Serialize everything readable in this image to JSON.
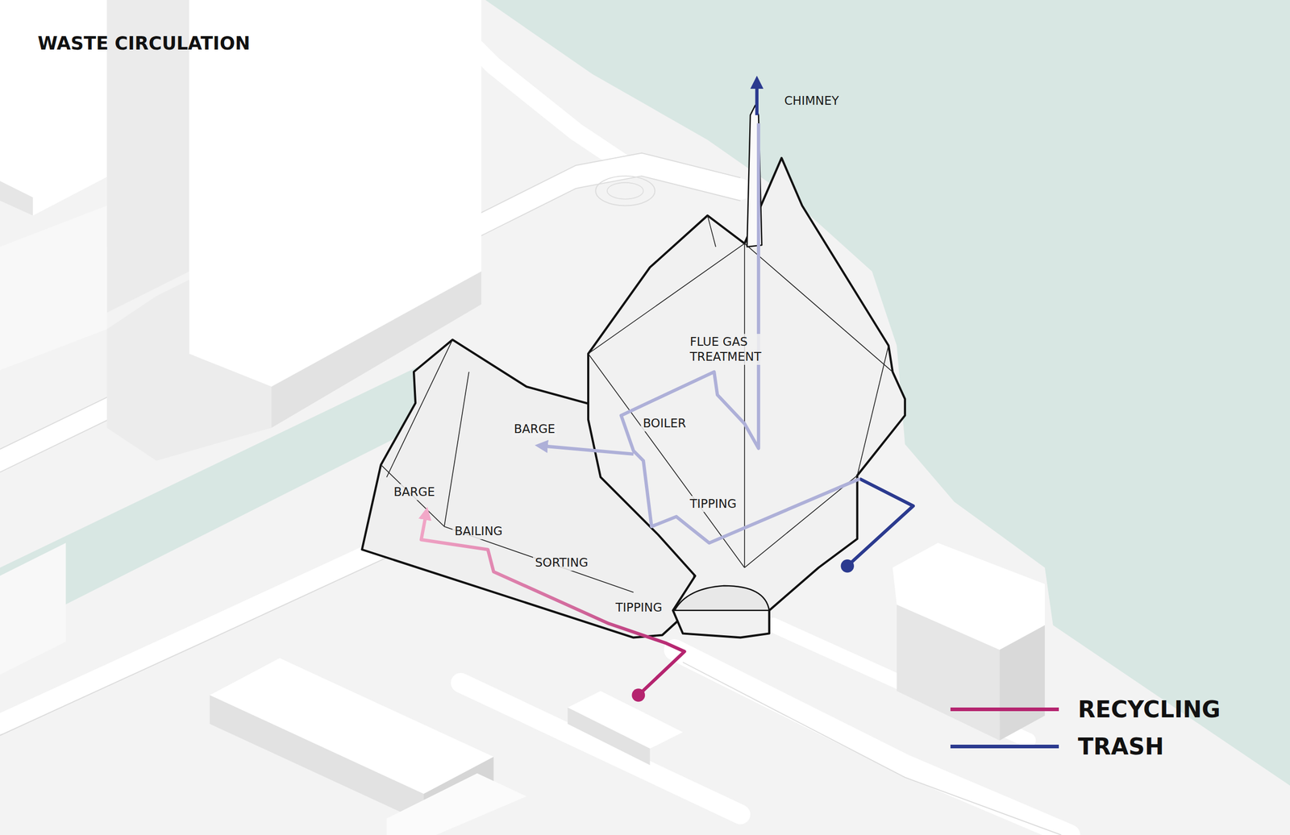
{
  "diagram": {
    "title": "WASTE CIRCULATION",
    "labels": [
      "CHIMNEY",
      "FLUE GAS TREATMENT",
      "BOILER",
      "BARGE",
      "TIPPING",
      "BARGE",
      "BAILING",
      "SORTING",
      "TIPPING"
    ],
    "legend": [
      {
        "text": "RECYCLING",
        "color": "#b5246f"
      },
      {
        "text": "TRASH",
        "color": "#2b3a8f"
      }
    ]
  }
}
